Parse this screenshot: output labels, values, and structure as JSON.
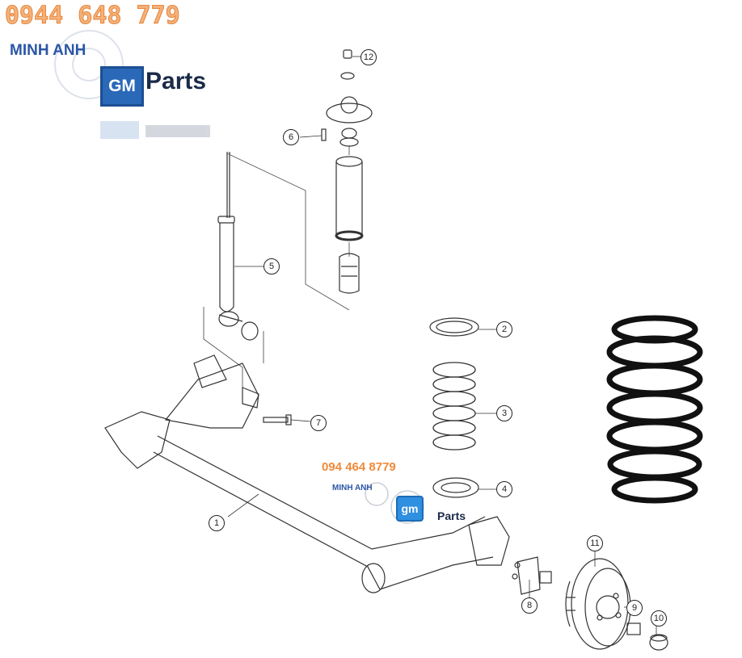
{
  "watermark": {
    "phone_top": "0944 648 779",
    "brand_top": "MINH ANH",
    "gm_logo_text": "GM",
    "parts_label": "Parts",
    "phone_mid": "094 464 8779",
    "brand_mid": "MINH ANH",
    "gm_logo_mid": "gm",
    "parts_label_mid": "Parts"
  },
  "callouts": {
    "c1": "1",
    "c2": "2",
    "c3": "3",
    "c4": "4",
    "c5": "5",
    "c6": "6",
    "c7": "7",
    "c8": "8",
    "c9": "9",
    "c10": "10",
    "c11": "11",
    "c12": "12"
  },
  "colors": {
    "phone_orange": "#f08a3a",
    "brand_blue": "#2b56a6",
    "gm_blue": "#2a68b8",
    "spring_black": "#111111"
  }
}
